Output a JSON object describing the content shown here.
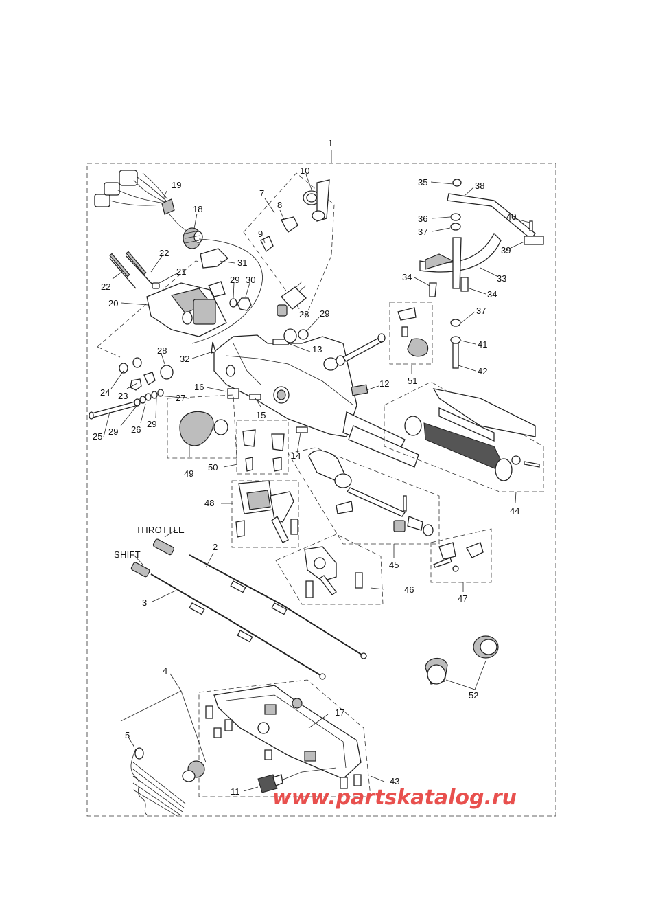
{
  "diagram": {
    "callouts": [
      "1",
      "2",
      "3",
      "4",
      "5",
      "7",
      "8",
      "9",
      "10",
      "11",
      "12",
      "13",
      "14",
      "15",
      "16",
      "17",
      "18",
      "19",
      "20",
      "21",
      "22",
      "22",
      "23",
      "24",
      "25",
      "26",
      "27",
      "28",
      "28",
      "29",
      "29",
      "29",
      "29",
      "30",
      "31",
      "32",
      "33",
      "34",
      "34",
      "35",
      "36",
      "37",
      "37",
      "38",
      "39",
      "40",
      "41",
      "42",
      "43",
      "44",
      "45",
      "46",
      "47",
      "48",
      "49",
      "50",
      "51",
      "52"
    ],
    "captions": {
      "throttle": "THROTTLE",
      "shift": "SHIFT"
    },
    "watermark": "www.partskatalog.ru",
    "icons": [
      "wire-harness-icon",
      "grommet-icon",
      "clamp-icon",
      "bracket-icon",
      "tiller-arm-icon",
      "throttle-grip-icon",
      "cable-icon",
      "lanyard-icon",
      "switch-icon",
      "knob-icon",
      "bolt-icon",
      "washer-icon",
      "nut-icon",
      "lever-icon",
      "stopper-plate-icon",
      "bottom-cover-icon"
    ],
    "colors": {
      "line": "#222222",
      "part_fill": "#ffffff",
      "shade": "#bdbdbd",
      "watermark": "#e8504e",
      "background": "#ffffff"
    }
  }
}
